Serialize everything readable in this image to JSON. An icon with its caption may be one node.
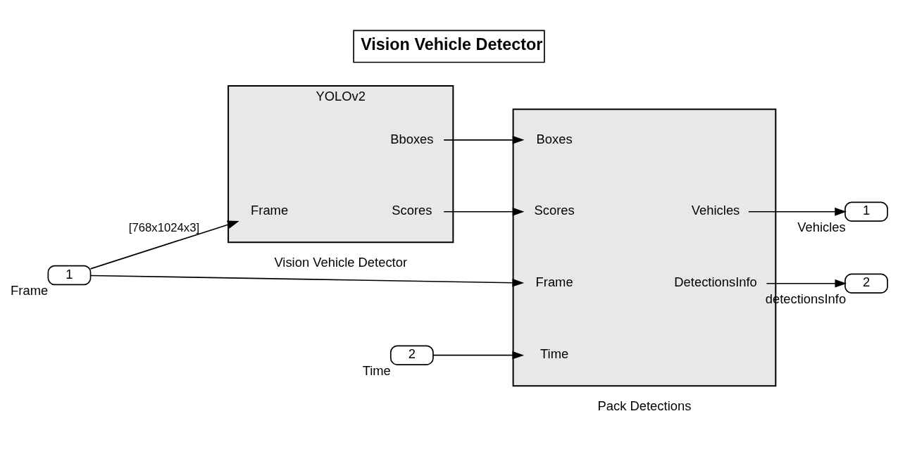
{
  "diagram": {
    "title": "Vision Vehicle Detector",
    "nodes": [
      {
        "text": [
          "1"
        ],
        "beside": [
          "Frame"
        ]
      },
      {
        "text": [
          "2"
        ],
        "beside": [
          "Time"
        ]
      },
      {
        "text": [
          "YOLOv2"
        ],
        "beside": [
          "Vision Vehicle Detector"
        ]
      },
      {
        "text": [
          "Frame"
        ],
        "in": 2
      },
      {
        "text": [
          "Bboxes"
        ],
        "in": 2
      },
      {
        "text": [
          "Scores"
        ],
        "in": 2
      },
      {
        "text": [],
        "shape": "box",
        "beside": [
          "Pack Detections"
        ]
      },
      {
        "text": [
          "Boxes"
        ],
        "in": 6
      },
      {
        "text": [
          "Scores"
        ],
        "in": 6
      },
      {
        "text": [
          "Frame"
        ],
        "in": 6
      },
      {
        "text": [
          "Time"
        ],
        "in": 6
      },
      {
        "text": [
          "Vehicles"
        ],
        "in": 6
      },
      {
        "text": [
          "DetectionsInfo"
        ],
        "in": 6
      },
      {
        "text": [
          "1"
        ],
        "beside": [
          "Vehicles"
        ]
      },
      {
        "text": [
          "2"
        ],
        "beside": [
          "detectionsInfo"
        ]
      }
    ],
    "edges": [
      {
        "from": 0,
        "to": 3,
        "arrow": "to",
        "label": "[768x1024x3]"
      },
      {
        "from": 0,
        "to": 9,
        "arrow": "to"
      },
      {
        "from": 4,
        "to": 7,
        "arrow": "to"
      },
      {
        "from": 5,
        "to": 8,
        "arrow": "to"
      },
      {
        "from": 1,
        "to": 10,
        "arrow": "to"
      },
      {
        "from": 11,
        "to": 13,
        "arrow": "to"
      },
      {
        "from": 12,
        "to": 14,
        "arrow": "to"
      }
    ]
  }
}
